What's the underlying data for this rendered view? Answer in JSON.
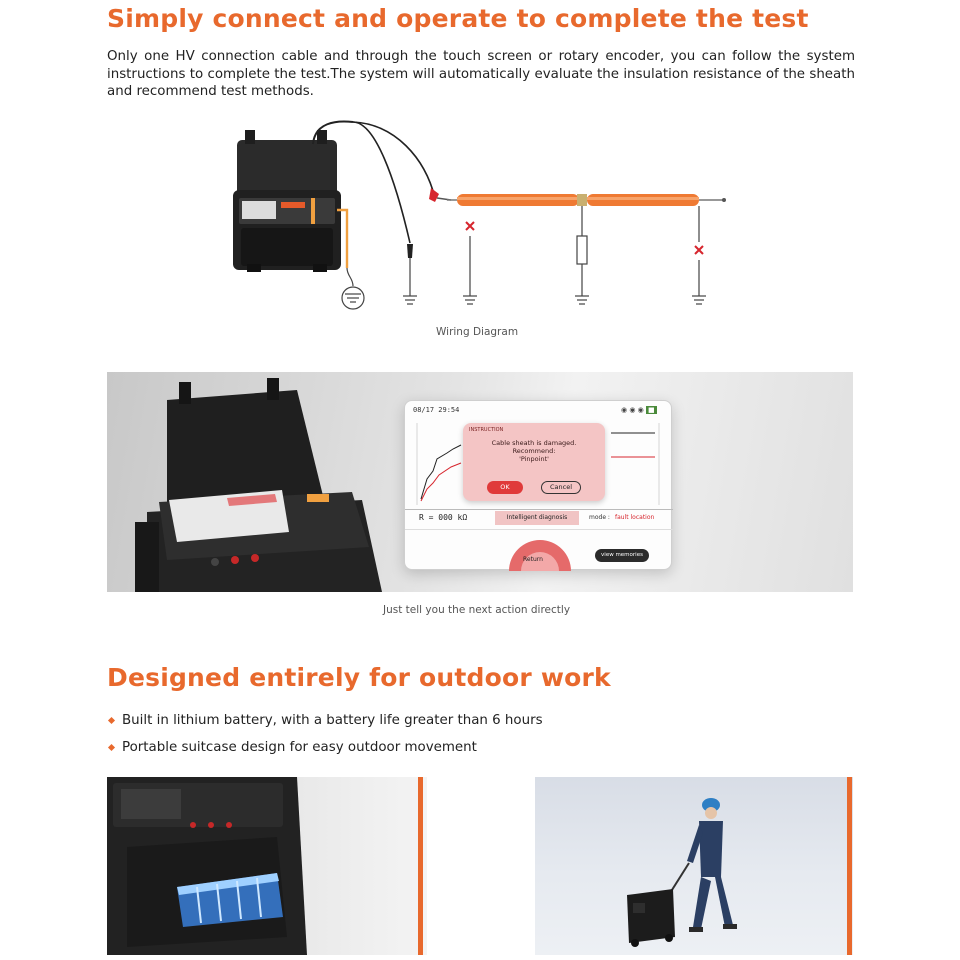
{
  "section1": {
    "title": "Simply connect and operate to complete the test",
    "paragraph": "Only one HV connection cable and through the touch screen or rotary encoder, you can follow the system instructions to complete the test.The system will automatically evaluate the insulation resistance of the sheath and recommend test methods.",
    "wiring_caption": "Wiring Diagram",
    "screen": {
      "datetime": "08/17 29:54",
      "dialog_header": "INSTRUCTION",
      "dialog_line1": "Cable sheath is damaged.",
      "dialog_line2": "Recommend:",
      "dialog_line3": "'Pinpoint'",
      "ok_label": "OK",
      "cancel_label": "Cancel",
      "resistance_readout": "R = 000 kΩ",
      "diagnosis_label": "Intelligent diagnosis",
      "mode_label": "mode :",
      "mode_value": "fault location",
      "return_label": "Return",
      "memories_label": "view memories"
    },
    "screen_caption": "Just tell you the next action directly"
  },
  "section2": {
    "title": "Designed entirely for outdoor work",
    "bullets": [
      "Built in lithium battery, with a battery life greater than 6 hours",
      "Portable suitcase design for easy outdoor movement"
    ]
  },
  "colors": {
    "accent": "#e8692d",
    "cable": "#ef7a33",
    "fault_mark": "#d7262e"
  }
}
